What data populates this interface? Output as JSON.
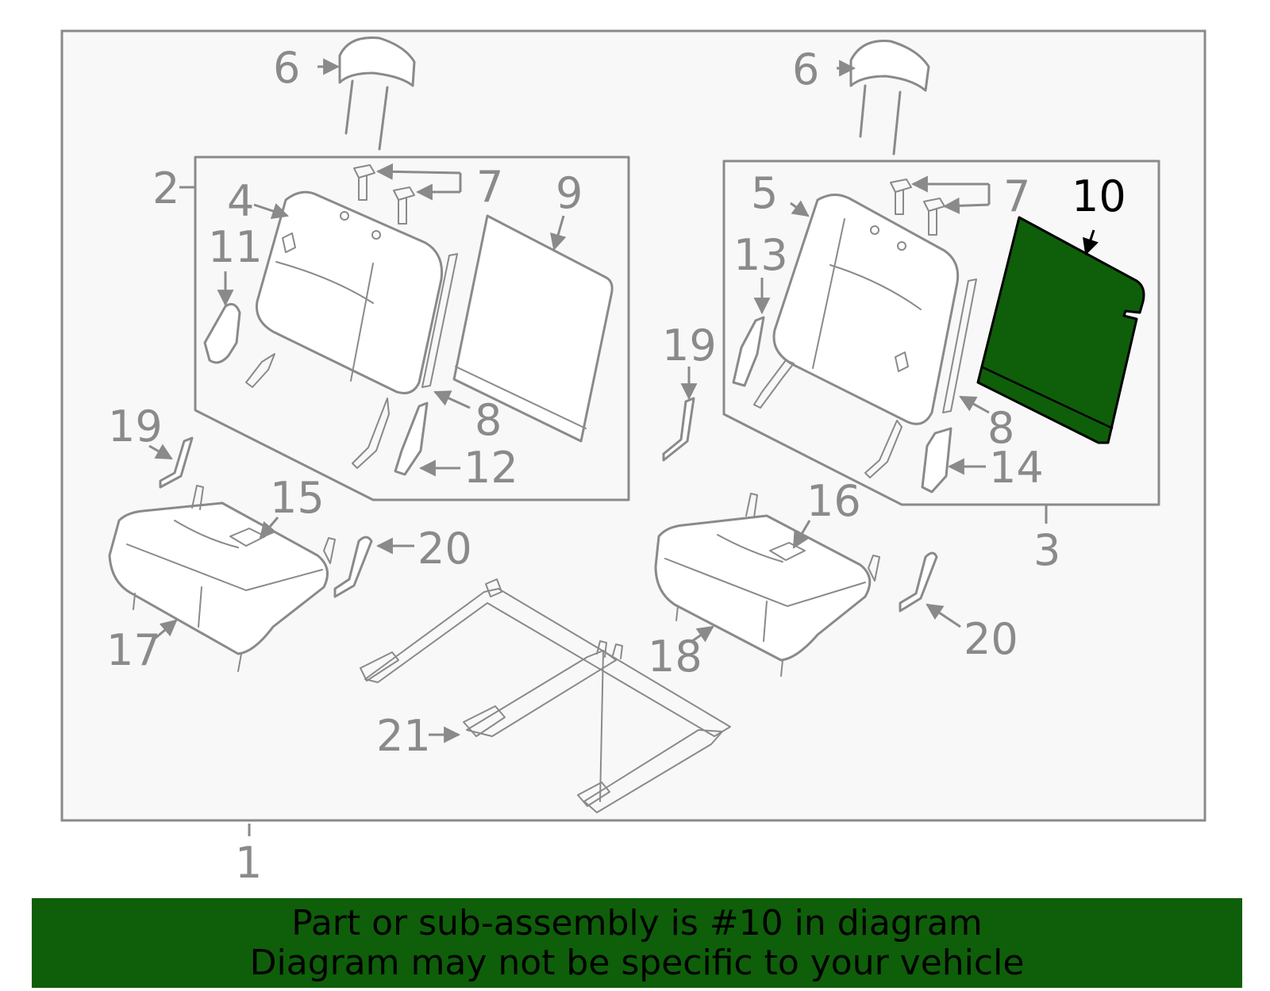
{
  "diagram": {
    "callouts": {
      "c1": "1",
      "c2": "2",
      "c3": "3",
      "c4": "4",
      "c5": "5",
      "c6a": "6",
      "c6b": "6",
      "c7a": "7",
      "c7b": "7",
      "c8a": "8",
      "c8b": "8",
      "c9": "9",
      "c10": "10",
      "c11": "11",
      "c12": "12",
      "c13": "13",
      "c14": "14",
      "c15": "15",
      "c16": "16",
      "c17": "17",
      "c18": "18",
      "c19a": "19",
      "c19b": "19",
      "c20a": "20",
      "c20b": "20",
      "c21": "21"
    },
    "highlight_part": "10"
  },
  "colors": {
    "highlight": "#0f5e0a",
    "banner_bg": "#0f5e0a",
    "line": "#8a8a8a",
    "frame_bg": "#f8f8f8"
  },
  "banner": {
    "line1": "Part or sub-assembly is #10 in diagram",
    "line2": "Diagram may not be specific to your vehicle"
  }
}
